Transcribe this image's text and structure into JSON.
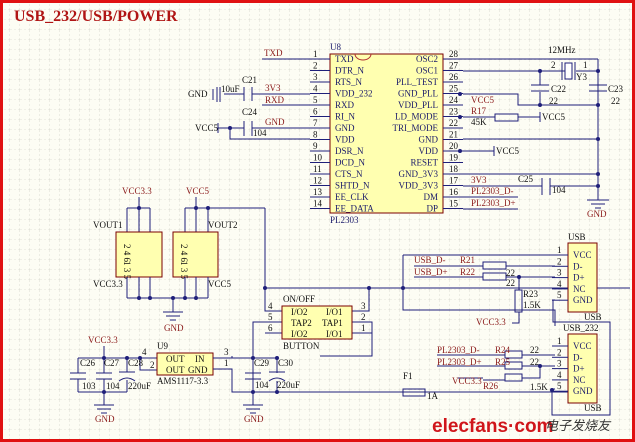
{
  "title": "USB_232/USB/POWER",
  "u8": {
    "ref": "U8",
    "part": "PL2303",
    "left_pins": [
      {
        "num": "1",
        "name": "TXD"
      },
      {
        "num": "2",
        "name": "DTR_N"
      },
      {
        "num": "3",
        "name": "RTS_N"
      },
      {
        "num": "4",
        "name": "VDD_232"
      },
      {
        "num": "5",
        "name": "RXD"
      },
      {
        "num": "6",
        "name": "RI_N"
      },
      {
        "num": "7",
        "name": "GND"
      },
      {
        "num": "8",
        "name": "VDD"
      },
      {
        "num": "9",
        "name": "DSR_N"
      },
      {
        "num": "10",
        "name": "DCD_N"
      },
      {
        "num": "11",
        "name": "CTS_N"
      },
      {
        "num": "12",
        "name": "SHTD_N"
      },
      {
        "num": "13",
        "name": "EE_CLK"
      },
      {
        "num": "14",
        "name": "EE_DATA"
      }
    ],
    "right_pins": [
      {
        "num": "28",
        "name": "OSC2"
      },
      {
        "num": "27",
        "name": "OSC1"
      },
      {
        "num": "26",
        "name": "PLL_TEST"
      },
      {
        "num": "25",
        "name": "GND_PLL"
      },
      {
        "num": "24",
        "name": "VDD_PLL"
      },
      {
        "num": "23",
        "name": "LD_MODE"
      },
      {
        "num": "22",
        "name": "TRI_MODE"
      },
      {
        "num": "21",
        "name": "GND"
      },
      {
        "num": "20",
        "name": "VDD"
      },
      {
        "num": "19",
        "name": "RESET"
      },
      {
        "num": "18",
        "name": "GND_3V3"
      },
      {
        "num": "17",
        "name": "VDD_3V3"
      },
      {
        "num": "16",
        "name": "DM"
      },
      {
        "num": "15",
        "name": "DP"
      }
    ]
  },
  "nets": {
    "txd": "TXD",
    "v3v3": "3V3",
    "rxd": "RXD",
    "gnd": "GND",
    "vcc5": "VCC5",
    "vcc33": "VCC3.3",
    "usb_dm": "USB_D-",
    "usb_dp": "USB_D+",
    "pl_dm": "PL2303_D-",
    "pl_dp": "PL2303_D+"
  },
  "parts": {
    "c21": {
      "ref": "C21",
      "value": "10uF"
    },
    "c24": {
      "ref": "C24",
      "value": "104"
    },
    "y3": {
      "ref": "Y3",
      "value": "12MHz",
      "pin2": "2",
      "pin1": "1"
    },
    "c22": {
      "ref": "C22",
      "value": "22"
    },
    "c23": {
      "ref": "C23",
      "value": "22"
    },
    "r17": {
      "ref": "R17",
      "value": "45K"
    },
    "c25": {
      "ref": "C25",
      "value": "104"
    },
    "vout1": {
      "ref": "VOUT1",
      "top": "2 4 6",
      "bottom": "1 3 5"
    },
    "vout2": {
      "ref": "VOUT2",
      "top": "2 4 6",
      "bottom": "1 3 5"
    },
    "button": {
      "ref": "ON/OFF",
      "part": "BUTTON",
      "rows": [
        [
          "I/O2",
          "I/O1"
        ],
        [
          "TAP2",
          "TAP1"
        ],
        [
          "I/O2",
          "I/O1"
        ]
      ],
      "left_pins": [
        "4",
        "5",
        "6"
      ],
      "right_pins": [
        "3",
        "2",
        "1"
      ]
    },
    "u9": {
      "ref": "U9",
      "part": "AMS1117-3.3",
      "rows": [
        [
          "OUT",
          "IN"
        ],
        [
          "OUT",
          "GND"
        ]
      ],
      "left_pins": [
        "4",
        "2"
      ],
      "right_pins": [
        "3",
        "1"
      ]
    },
    "c26": {
      "ref": "C26",
      "value": "103"
    },
    "c27": {
      "ref": "C27",
      "value": "104"
    },
    "c28": {
      "ref": "C28",
      "value": "220uF"
    },
    "c29": {
      "ref": "C29",
      "value": "104"
    },
    "c30": {
      "ref": "C30",
      "value": "220uF"
    },
    "r21": {
      "ref": "R21",
      "value": "22"
    },
    "r22": {
      "ref": "R22",
      "value": "22"
    },
    "r23": {
      "ref": "R23",
      "value": "1.5K"
    },
    "r24": {
      "ref": "R24",
      "value": "22"
    },
    "r25": {
      "ref": "R25",
      "value": "22"
    },
    "r26": {
      "ref": "R26",
      "value": "1.5K"
    },
    "f1": {
      "ref": "F1",
      "value": "1A"
    }
  },
  "usb": {
    "ref": "USB",
    "part": "USB",
    "pins": [
      {
        "num": "1",
        "name": "VCC"
      },
      {
        "num": "2",
        "name": "D-"
      },
      {
        "num": "3",
        "name": "D+"
      },
      {
        "num": "4",
        "name": "NC"
      },
      {
        "num": "5",
        "name": "GND"
      }
    ]
  },
  "usb232": {
    "ref": "USB_232",
    "part": "USB",
    "pins": [
      {
        "num": "1",
        "name": "VCC"
      },
      {
        "num": "2",
        "name": "D-"
      },
      {
        "num": "3",
        "name": "D+"
      },
      {
        "num": "4",
        "name": "NC"
      },
      {
        "num": "5",
        "name": "GND"
      }
    ]
  },
  "watermark": {
    "brand": "elecfans·com",
    "cn": "电子发烧友"
  }
}
